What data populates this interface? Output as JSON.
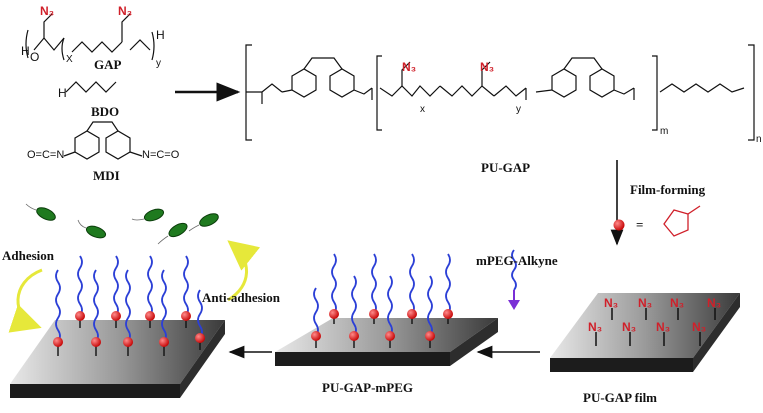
{
  "monomers": {
    "gap": "GAP",
    "bdo": "BDO",
    "mdi": "MDI",
    "x_sub": "X",
    "y_sub": "y",
    "azide": "N₃",
    "h": "H",
    "o": "O",
    "ho": "H",
    "isocyanate_left": "O=C=N",
    "isocyanate_right": "N=C=O"
  },
  "polymer": {
    "name": "PU-GAP",
    "sub_x": "x",
    "sub_y": "y",
    "sub_m": "m",
    "sub_n": "n"
  },
  "steps": {
    "film_forming": "Film-forming",
    "equals": "=",
    "mpeg_alkyne": "mPEG-Alkyne",
    "adhesion": "Adhesion",
    "anti_adhesion": "Anti-adhesion"
  },
  "films": {
    "pu_gap_film": "PU-GAP  film",
    "pu_gap_mpeg": "PU-GAP-mPEG",
    "azide_label": "N₃"
  },
  "colors": {
    "azide": "#d0202a",
    "chain": "#2b3fd6",
    "triazole": "#e01a1a",
    "arrow_green": "#e6e83a",
    "bacteria": "#1f7a1f",
    "alkyne_arrow": "#7a2fd6"
  }
}
